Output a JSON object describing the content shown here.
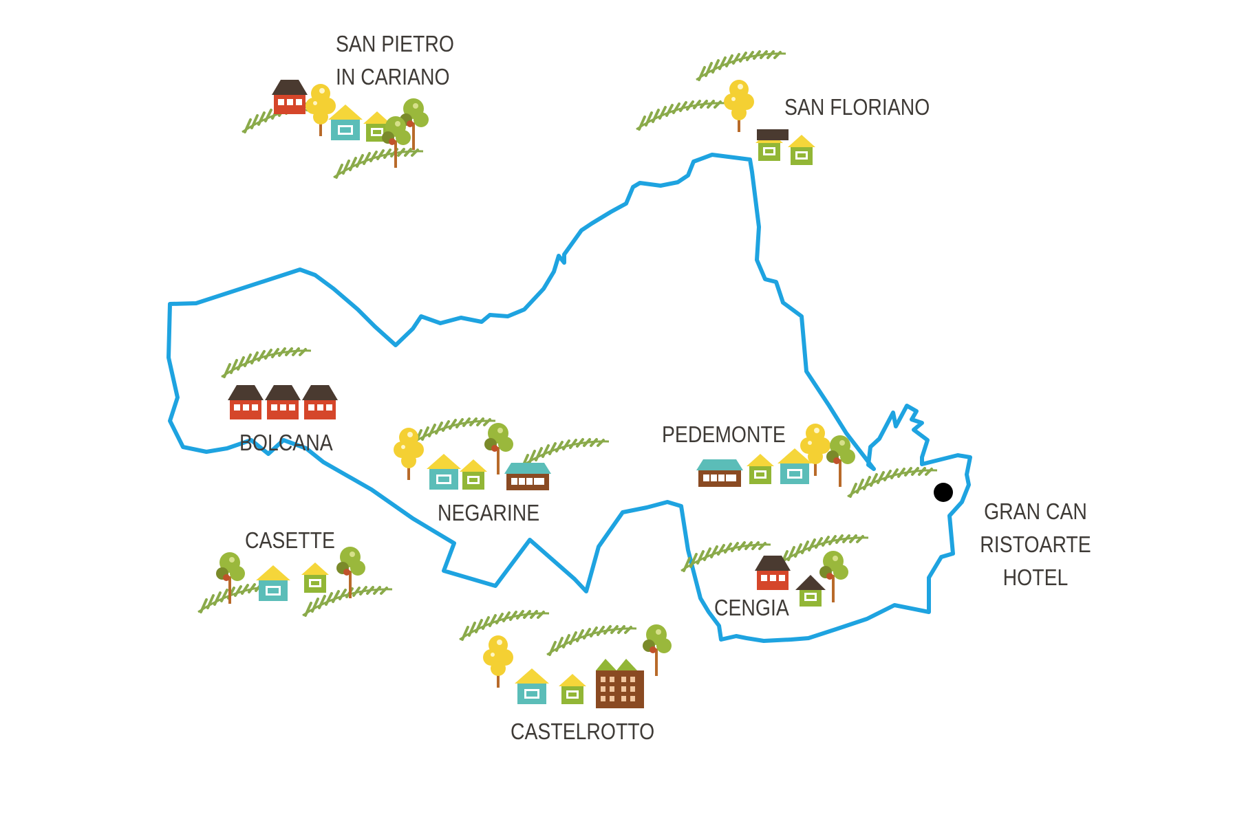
{
  "colors": {
    "boundary": "#1ea3e0",
    "hotel_marker": "#000000",
    "label_text": "#3e3a36",
    "field_stripes": "#8aaa4a",
    "house_red": "#d5462a",
    "house_teal": "#5bbdb8",
    "house_yellow": "#f5d63a",
    "house_green": "#92b636",
    "house_brown": "#8a4a22",
    "roof_dark": "#4a3a30",
    "tree_yellow": "#f4d033",
    "tree_green": "#9ab83c",
    "trunk": "#b86a2a"
  },
  "places": {
    "san_pietro": {
      "line1": "SAN PIETRO",
      "line2": "IN CARIANO"
    },
    "san_floriano": "SAN FLORIANO",
    "bolcana": "BOLCANA",
    "negarine": "NEGARINE",
    "pedemonte": "PEDEMONTE",
    "casette": "CASETTE",
    "cengia": "CENGIA",
    "castelrotto": "CASTELROTTO",
    "hotel": {
      "line1": "GRAN CAN",
      "line2": "RISTOARTE",
      "line3": "HOTEL"
    }
  },
  "icons": {
    "hotel_marker": "location-dot-icon",
    "village": "village-houses-icon",
    "tree": "tree-icon",
    "field": "vineyard-field-icon"
  }
}
